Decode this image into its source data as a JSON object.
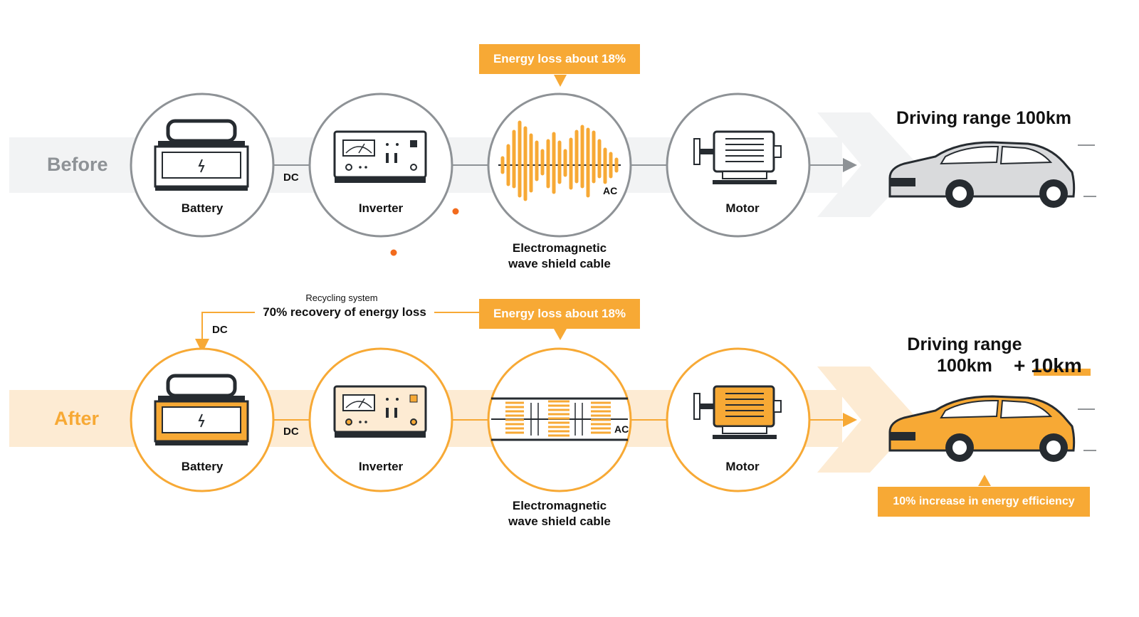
{
  "before": {
    "stage_label": "Before",
    "dc_label": "DC",
    "ac_label": "AC",
    "battery_label": "Battery",
    "inverter_label": "Inverter",
    "motor_label": "Motor",
    "cable_label_line1": "Electromagnetic",
    "cable_label_line2": "wave shield cable",
    "loss_callout": "Energy loss about 18%",
    "range_text": "Driving range 100km"
  },
  "after": {
    "stage_label": "After",
    "dc_label": "DC",
    "dc_feedback_label": "DC",
    "ac_label": "AC",
    "battery_label": "Battery",
    "inverter_label": "Inverter",
    "motor_label": "Motor",
    "cable_label_line1": "Electromagnetic",
    "cable_label_line2": "wave shield cable",
    "loss_callout": "Energy loss about 18%",
    "recycling_title": "Recycling system",
    "recycling_text": "70% recovery of energy loss",
    "range_line1": "Driving range",
    "range_line2": "100km",
    "range_bonus": "+ 10km",
    "efficiency_callout": "10% increase in energy efficiency"
  },
  "colors": {
    "accent": "#F7A935",
    "accent_light": "#FDEBD3",
    "gray_band": "#F2F3F4",
    "gray_circle": "#8E9296",
    "gray_text": "#8E9296",
    "dark": "#262B30",
    "orange_dot": "#F26B1D"
  },
  "icons": [
    "battery-icon",
    "inverter-icon",
    "wave-icon",
    "motor-icon",
    "car-icon",
    "arrow-icon"
  ]
}
